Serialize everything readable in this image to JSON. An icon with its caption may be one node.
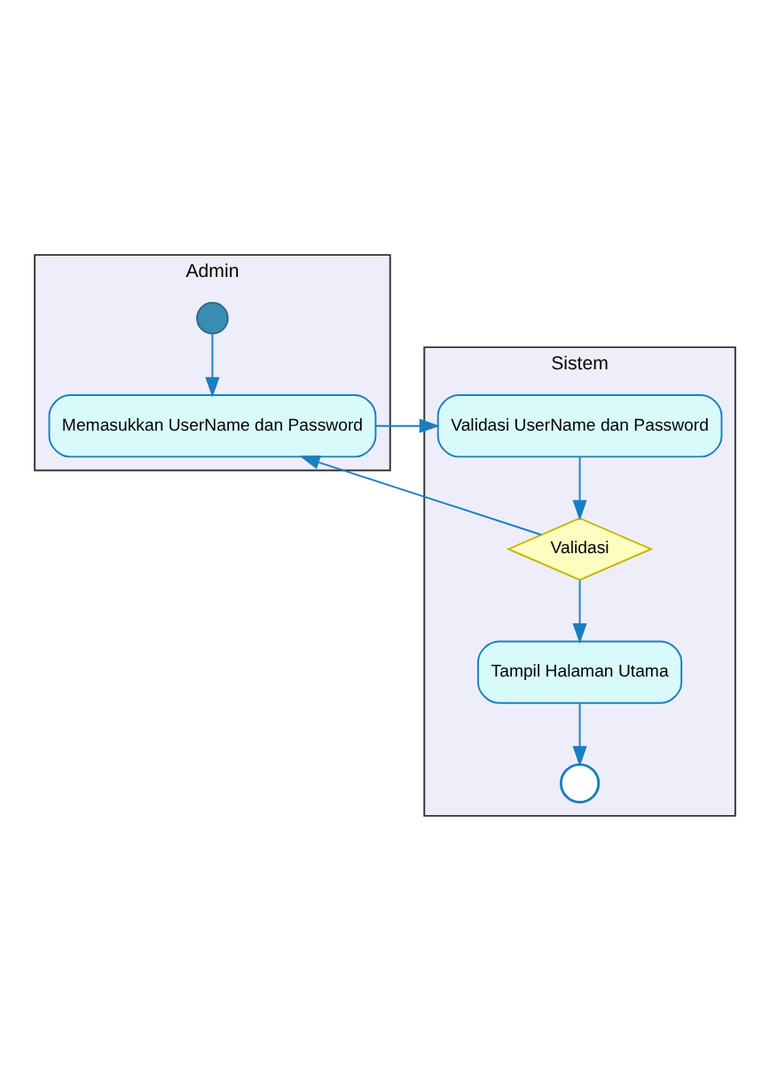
{
  "diagram": {
    "nodes": [
      {
        "text": [
          "Admin"
        ]
      },
      {
        "text": [
          "Sistem"
        ]
      },
      {
        "text": [],
        "shape": "circle",
        "in": 0
      },
      {
        "text": [
          "Memasukkan UserName dan Password"
        ],
        "in": 0
      },
      {
        "text": [
          "Validasi UserName dan Password"
        ],
        "in": 1
      },
      {
        "text": [
          "Validasi"
        ],
        "in": 1
      },
      {
        "text": [
          "Tampil Halaman Utama"
        ],
        "in": 1
      },
      {
        "text": [],
        "shape": "circle",
        "in": 1
      }
    ],
    "edges": [
      {
        "from": 2,
        "to": 3,
        "arrow": "to"
      },
      {
        "from": 3,
        "to": 4,
        "arrow": "to"
      },
      {
        "from": 4,
        "to": 5,
        "arrow": "to"
      },
      {
        "from": 5,
        "to": 3,
        "arrow": "to"
      },
      {
        "from": 5,
        "to": 6,
        "arrow": "to"
      },
      {
        "from": 6,
        "to": 7,
        "arrow": "to"
      }
    ]
  }
}
